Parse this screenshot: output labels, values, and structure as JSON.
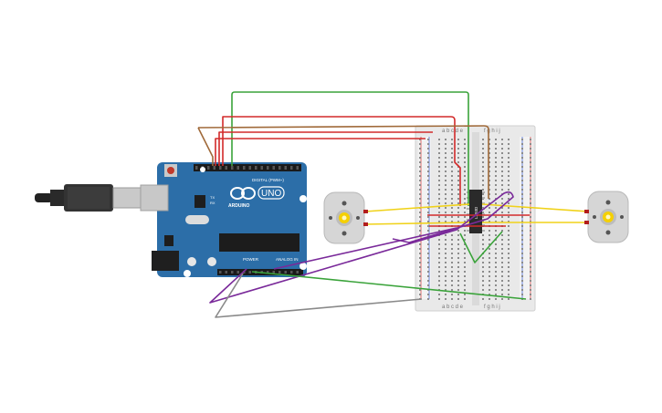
{
  "arduino": {
    "brand": "ARDUINO",
    "model": "UNO",
    "digital_header_label": "DIGITAL (PWM~)",
    "power_label": "POWER",
    "analog_label": "ANALOG IN",
    "tx_label": "TX",
    "rx_label": "RX",
    "board_color": "#2c6ea8"
  },
  "breadboard": {
    "column_letters_top": "a b c d e",
    "column_letters_top_right": "f g h i j",
    "column_letters_bottom": "a b c d e",
    "column_letters_bottom_right": "f g h i j"
  },
  "ic": {
    "label": "L293D"
  },
  "motors": [
    {
      "id": "left",
      "shaft_color": "#f5d000"
    },
    {
      "id": "right",
      "shaft_color": "#f5d000"
    }
  ],
  "wire_colors": {
    "green": "#3aa33a",
    "red": "#d22a2a",
    "brown": "#a06a3a",
    "yellow": "#f0d21a",
    "purple": "#7a2a9a",
    "gray": "#8a8a8a"
  }
}
